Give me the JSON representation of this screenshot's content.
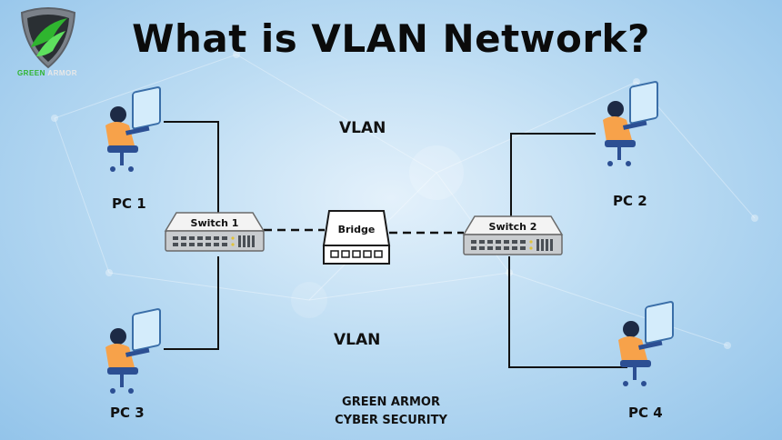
{
  "title": "What is VLAN Network?",
  "logo": {
    "word1": "GREEN",
    "word2": "ARMOR"
  },
  "vlan_labels": [
    "VLAN",
    "VLAN"
  ],
  "pcs": [
    {
      "label": "PC 1"
    },
    {
      "label": "PC 2"
    },
    {
      "label": "PC 3"
    },
    {
      "label": "PC 4"
    }
  ],
  "switches": [
    {
      "label": "Switch 1"
    },
    {
      "label": "Switch 2"
    }
  ],
  "bridge": {
    "label": "Bridge"
  },
  "footer": {
    "line1": "GREEN ARMOR",
    "line2": "CYBER SECURITY"
  },
  "icons": {
    "pc": "user-at-computer-icon",
    "logo": "shield-logo-icon"
  },
  "colors": {
    "shirt": "#f7a24a",
    "chair": "#2c4f93",
    "monitor": "#d4ecfb",
    "logo_green": "#2fb52f"
  }
}
